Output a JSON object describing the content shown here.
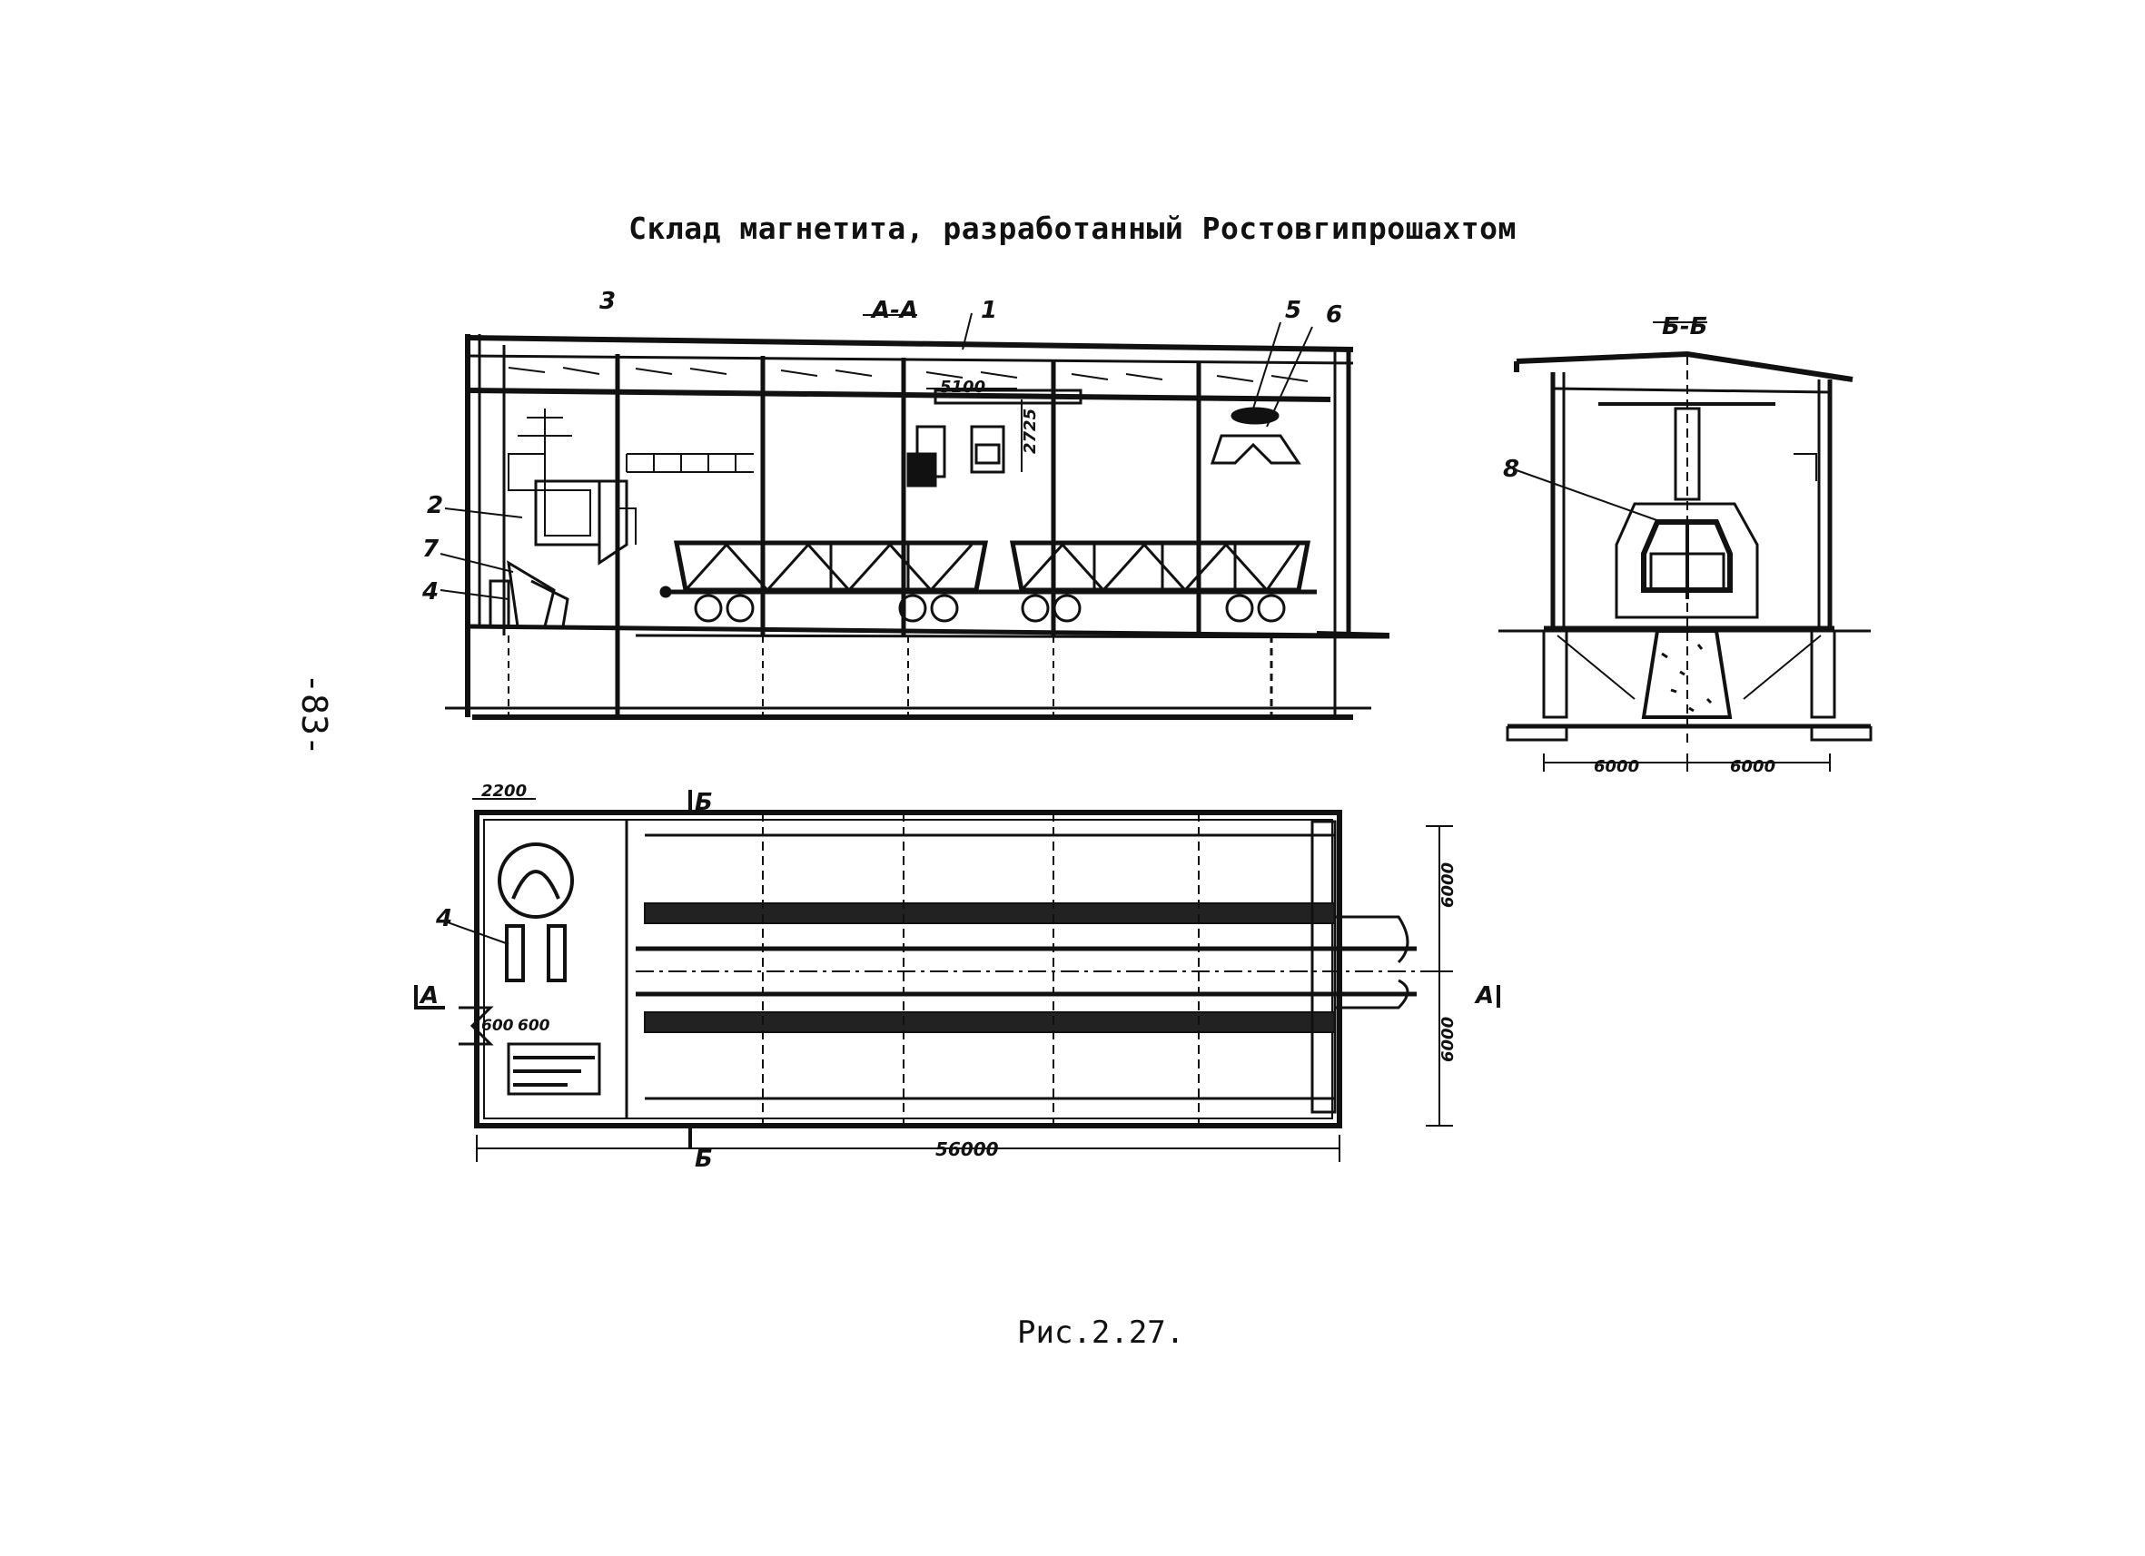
{
  "title": "Склад магнетита, разработанный Ростовгипрошахтом",
  "caption": "Рис.2.27.",
  "page_number": "-83-",
  "section_aa": {
    "label": "А-А",
    "callouts": [
      "1",
      "2",
      "3",
      "4",
      "5",
      "6",
      "7"
    ],
    "dims": [
      "5100",
      "2725"
    ]
  },
  "section_bb": {
    "label": "Б-Б",
    "callout": "8",
    "dims": [
      "6000",
      "6000"
    ]
  },
  "plan": {
    "callout": "4",
    "dims_top": "2200",
    "dims_small": [
      "600",
      "600"
    ],
    "dims_length": "56000",
    "dims_right": [
      "6000",
      "6000"
    ],
    "cut_a": "А",
    "cut_b": "Б"
  }
}
